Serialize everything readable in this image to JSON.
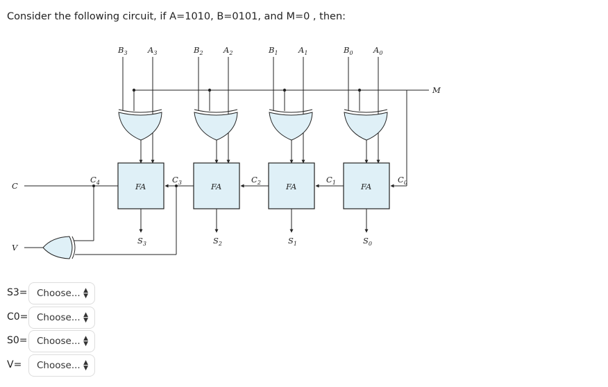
{
  "question": "Consider the following circuit, if A=1010, B=0101, and M=0 , then:",
  "diagram": {
    "inputs": [
      {
        "b": "B3",
        "a": "A3"
      },
      {
        "b": "B2",
        "a": "A2"
      },
      {
        "b": "B1",
        "a": "A1"
      },
      {
        "b": "B0",
        "a": "A0"
      }
    ],
    "fa_label": "FA",
    "m_label": "M",
    "c_label": "C",
    "v_label": "V",
    "carries": [
      "C4",
      "C3",
      "C2",
      "C1",
      "C0"
    ],
    "sums": [
      "S3",
      "S2",
      "S1",
      "S0"
    ]
  },
  "answers": [
    {
      "label": "S3=",
      "selected": "Choose..."
    },
    {
      "label": "C0=",
      "selected": "Choose..."
    },
    {
      "label": "S0=",
      "selected": "Choose..."
    },
    {
      "label": "V=",
      "selected": "Choose..."
    }
  ]
}
